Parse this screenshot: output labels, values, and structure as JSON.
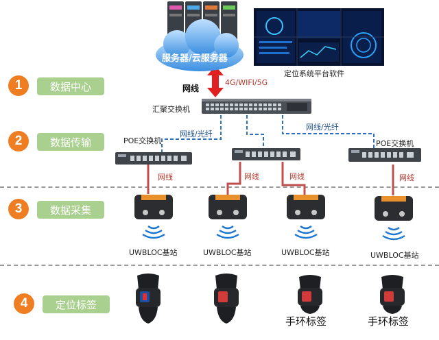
{
  "steps": [
    {
      "num": "1",
      "label": "数据中心"
    },
    {
      "num": "2",
      "label": "数据传输"
    },
    {
      "num": "3",
      "label": "数据采集"
    },
    {
      "num": "4",
      "label": "定位标签"
    }
  ],
  "datacenter": {
    "cloud_label": "服务器/云服务器",
    "platform_label": "定位系统平台软件",
    "uplink_label": "网线",
    "wireless_label": "4G/WIFI/5G"
  },
  "core_switch_label": "汇聚交换机",
  "poe_switch_label": "POE交换机",
  "fiber_labels": [
    "网线/光纤",
    "网线/光纤"
  ],
  "cable_label": "网线",
  "station_label": "UWBLOC基站",
  "tag_label": "手环标签",
  "colors": {
    "step_orange": "#ef7d22",
    "step_green": "#a9d08e",
    "cable_red": "#c0504d",
    "fiber_blue": "#2f6fbf",
    "arrow_red": "#e02020"
  }
}
